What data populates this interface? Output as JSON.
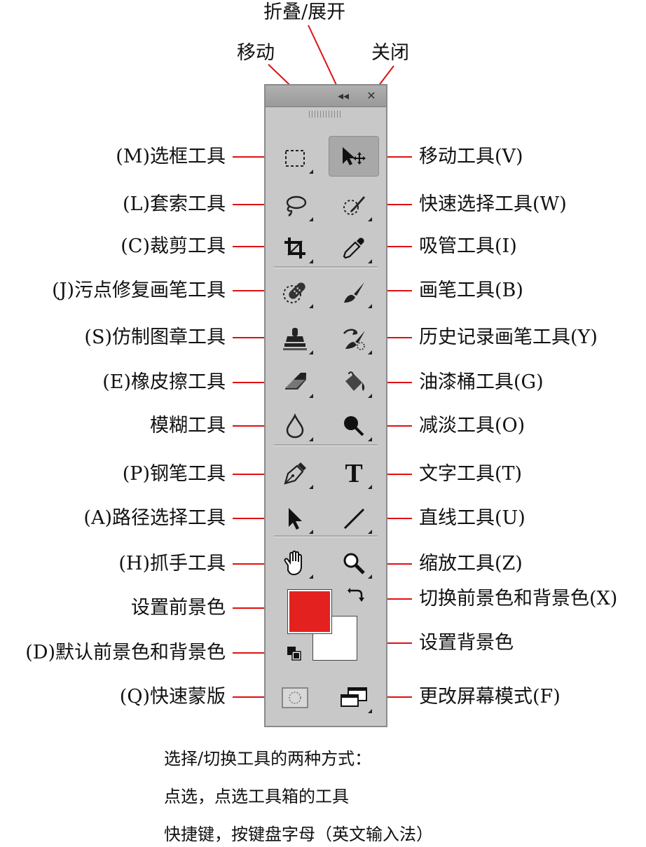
{
  "top_labels": {
    "collapse_expand": "折叠/展开",
    "move_panel": "移动",
    "close": "关闭"
  },
  "left_labels": [
    "(M)选框工具",
    "(L)套索工具",
    "(C)裁剪工具",
    "(J)污点修复画笔工具",
    "(S)仿制图章工具",
    "(E)橡皮擦工具",
    "模糊工具",
    "(P)钢笔工具",
    "(A)路径选择工具",
    "(H)抓手工具",
    "设置前景色",
    "(D)默认前景色和背景色",
    "(Q)快速蒙版"
  ],
  "right_labels": [
    "移动工具(V)",
    "快速选择工具(W)",
    "吸管工具(I)",
    "画笔工具(B)",
    "历史记录画笔工具(Y)",
    "油漆桶工具(G)",
    "减淡工具(O)",
    "文字工具(T)",
    "直线工具(U)",
    "缩放工具(Z)",
    "切换前景色和背景色(X)",
    "设置背景色",
    "更改屏幕模式(F)"
  ],
  "panel": {
    "collapse_glyph": "◂◂",
    "close_glyph": "✕",
    "type_tool_glyph": "T",
    "foreground_color": "#e3211e",
    "background_color": "#ffffff"
  },
  "notes": [
    "选择/切换工具的两种方式：",
    "点选，点选工具箱的工具",
    "快捷键，按键盘字母（英文输入法）"
  ],
  "colors": {
    "callout_line": "#e01010"
  }
}
